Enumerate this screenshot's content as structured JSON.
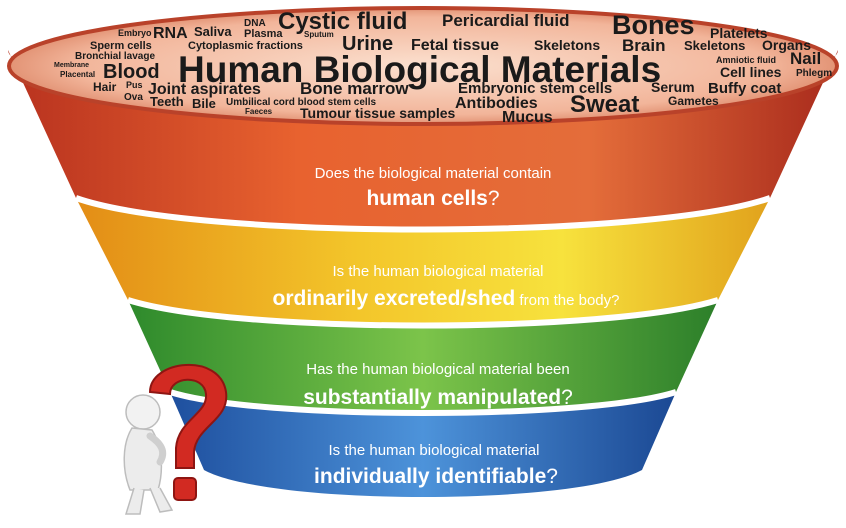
{
  "title": "Human Biological Materials",
  "word_cloud": [
    "Embryo",
    "RNA",
    "Saliva",
    "DNA",
    "Plasma",
    "Sputum",
    "Cystic fluid",
    "Pericardial fluid",
    "Bones",
    "Platelets",
    "Sperm cells",
    "Cytoplasmic fractions",
    "Urine",
    "Fetal tissue",
    "Skeletons",
    "Brain",
    "Skeletons",
    "Organs",
    "Bronchial lavage",
    "Nail",
    "Membrane",
    "Amniotic fluid",
    "Blood",
    "Placental",
    "Cell lines",
    "Phlegm",
    "Hair",
    "Pus",
    "Joint aspirates",
    "Bone marrow",
    "Embryonic stem cells",
    "Serum",
    "Buffy coat",
    "Ova",
    "Teeth",
    "Antibodies",
    "Sweat",
    "Gametes",
    "Bile",
    "Umbilical cord blood stem cells",
    "Faeces",
    "Tumour tissue samples",
    "Mucus"
  ],
  "levels": [
    {
      "line1": "Does the biological material contain",
      "bold": "human cells",
      "suffix": "?"
    },
    {
      "line1": "Is the human biological material",
      "bold": "ordinarily excreted/shed",
      "suffix": " from the body?"
    },
    {
      "line1": "Has the human biological material been",
      "bold": "substantially manipulated",
      "suffix": "?"
    },
    {
      "line1": "Is the human biological material",
      "bold": "individually identifiable",
      "suffix": "?"
    }
  ],
  "colors": {
    "red": "#d2492f",
    "orange": "#ef9a20",
    "green": "#4fa83a",
    "blue": "#2f72c4"
  },
  "figure": "thinking-person-question-mark"
}
